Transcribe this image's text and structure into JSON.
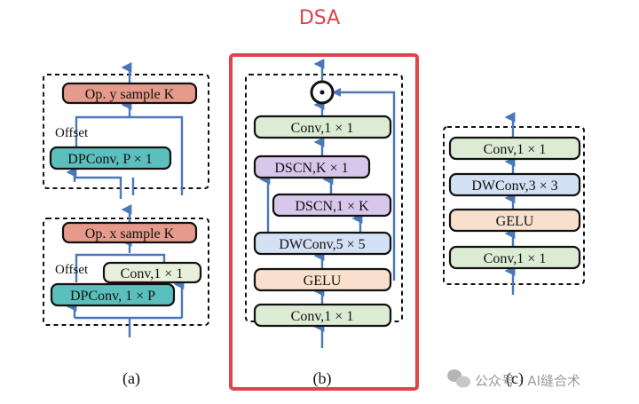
{
  "title": "DSA",
  "colors": {
    "title_red": "#e0434b",
    "arrow_blue": "#4a78b8",
    "op_sample": "#e59a8c",
    "dpconv": "#5bbfbd",
    "conv": "#dcebd3",
    "conv_light": "#e8f0dc",
    "dscn": "#d8c7eb",
    "dwconv": "#d4e0f3",
    "gelu": "#f8e0cc"
  },
  "panel_a": {
    "caption": "(a)",
    "top_block": {
      "op": "Op. y  sample K",
      "offset_label": "Offset",
      "dpconv": "DPConv, P × 1"
    },
    "bottom_block": {
      "op": "Op. x sample K",
      "offset_label": "Offset",
      "conv": "Conv,1 × 1",
      "dpconv": "DPConv, 1 × P"
    }
  },
  "panel_b": {
    "caption": "(b)",
    "multiply_symbol": "⊙",
    "blocks": [
      "Conv,1 × 1",
      "DSCN,K × 1",
      "DSCN,1 × K",
      "DWConv,5 × 5",
      "GELU",
      "Conv,1 × 1"
    ]
  },
  "panel_c": {
    "caption": "(c)",
    "blocks": [
      "Conv,1 × 1",
      "DWConv,3 × 3",
      "GELU",
      "Conv,1 × 1"
    ]
  },
  "watermark": {
    "text": "公众号 · AI缝合术",
    "icon": "wechat-icon"
  }
}
